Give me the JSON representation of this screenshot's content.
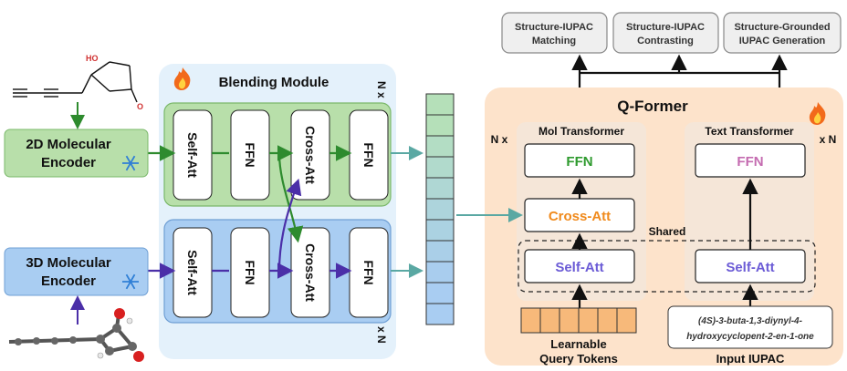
{
  "outputs": {
    "task1": [
      "Structure-IUPAC",
      "Matching"
    ],
    "task2": [
      "Structure-IUPAC",
      "Contrasting"
    ],
    "task3": [
      "Structure-Grounded",
      "IUPAC Generation"
    ]
  },
  "encoders": {
    "enc2d": [
      "2D Molecular",
      "Encoder"
    ],
    "enc3d": [
      "3D Molecular",
      "Encoder"
    ]
  },
  "blending": {
    "title": "Blending Module",
    "top_repeat": "N x",
    "bottom_repeat": "x N",
    "blocks": {
      "self_att": "Self-Att",
      "ffn": "FFN",
      "cross_att": "Cross-Att"
    }
  },
  "qformer": {
    "title": "Q-Former",
    "mol_transformer": "Mol Transformer",
    "text_transformer": "Text Transformer",
    "mol_repeat": "N x",
    "text_repeat": "x N",
    "ffn": "FFN",
    "cross_att": "Cross-Att",
    "self_att": "Self-Att",
    "shared": "Shared",
    "query_tokens": [
      "Learnable",
      "Query Tokens"
    ],
    "iupac_value": [
      "(4S)-3-buta-1,3-diynyl-4-",
      "hydroxycyclopent-2-en-1-one"
    ],
    "iupac_label": "Input IUPAC"
  },
  "molecule_label": "HO",
  "molecule_o": "O",
  "colors": {
    "green_fill": "#b8dfaa",
    "green_stroke": "#7ab86a",
    "blue_fill": "#a9cdf2",
    "blue_stroke": "#6f9fd4",
    "teal": "#5aa8a3",
    "orange": "#f08a1c",
    "purple": "#6b5bd6",
    "pink": "#c46bb0",
    "qformer_bg": "#fde3cb"
  }
}
